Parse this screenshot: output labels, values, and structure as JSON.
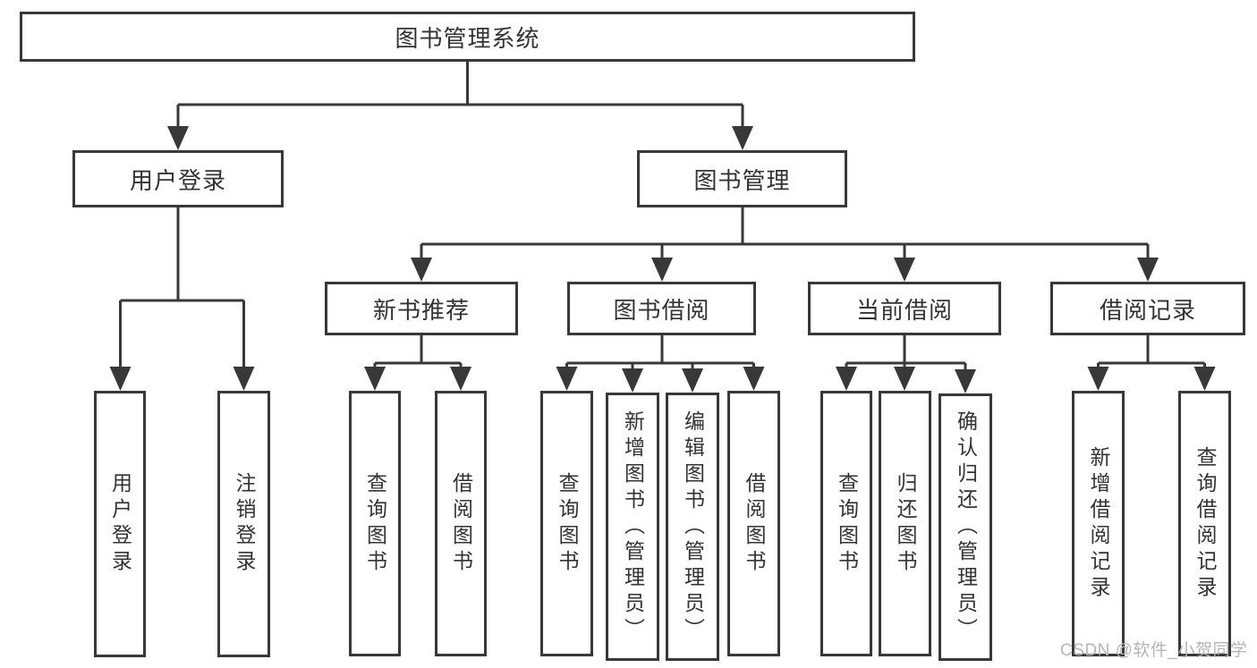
{
  "tree": {
    "label": "图书管理系统",
    "children": [
      {
        "label": "用户登录",
        "children": [
          {
            "label": "用户登录"
          },
          {
            "label": "注销登录"
          }
        ]
      },
      {
        "label": "图书管理",
        "children": [
          {
            "label": "新书推荐",
            "children": [
              {
                "label": "查询图书"
              },
              {
                "label": "借阅图书"
              }
            ]
          },
          {
            "label": "图书借阅",
            "children": [
              {
                "label": "查询图书"
              },
              {
                "label": "新增图书（管理员）"
              },
              {
                "label": "编辑图书（管理员）"
              },
              {
                "label": "借阅图书"
              }
            ]
          },
          {
            "label": "当前借阅",
            "children": [
              {
                "label": "查询图书"
              },
              {
                "label": "归还图书"
              },
              {
                "label": "确认归还（管理员）"
              }
            ]
          },
          {
            "label": "借阅记录",
            "children": [
              {
                "label": "新增借阅记录"
              },
              {
                "label": "查询借阅记录"
              }
            ]
          }
        ]
      }
    ]
  },
  "watermark": {
    "text": "CSDN @软件_小贺同学"
  },
  "colors": {
    "line": "#383838",
    "text": "#333333",
    "watermark": "#b5b5b5",
    "background": "#ffffff"
  }
}
